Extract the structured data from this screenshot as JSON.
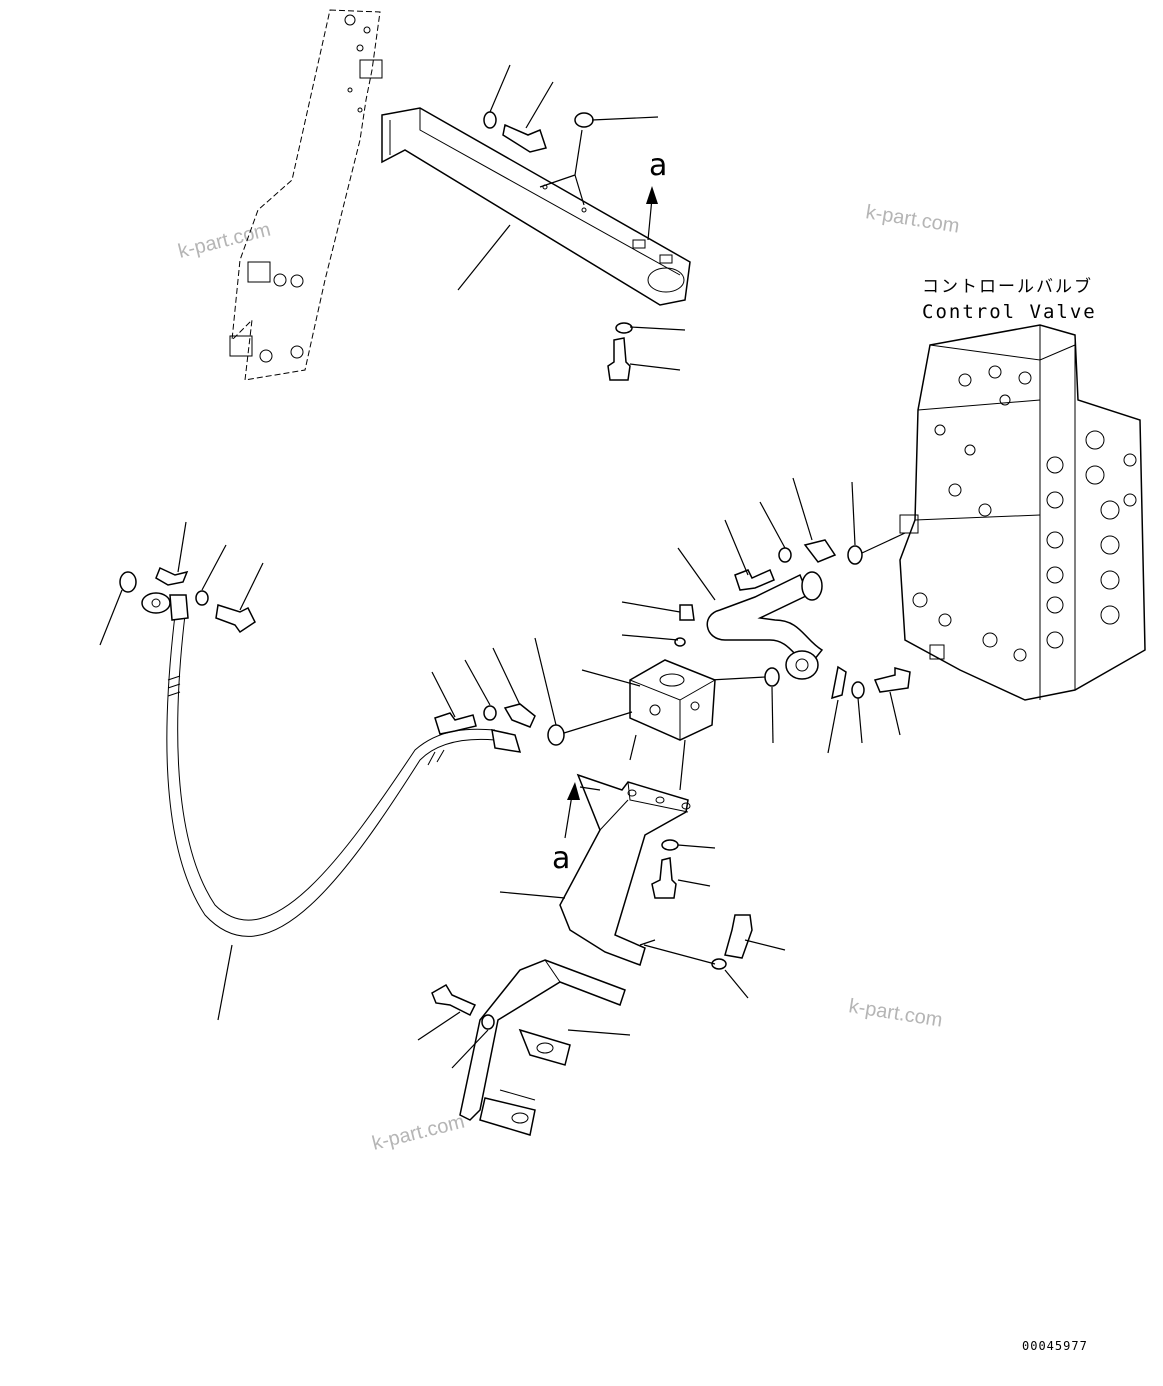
{
  "labels": {
    "control_valve_jp": "コントロールバルブ",
    "control_valve_en": "Control Valve",
    "view_marker_top": "a",
    "view_marker_bottom": "a"
  },
  "watermarks": [
    "k-part.com",
    "k-part.com",
    "k-part.com",
    "k-part.com"
  ],
  "document_number": "00045977"
}
